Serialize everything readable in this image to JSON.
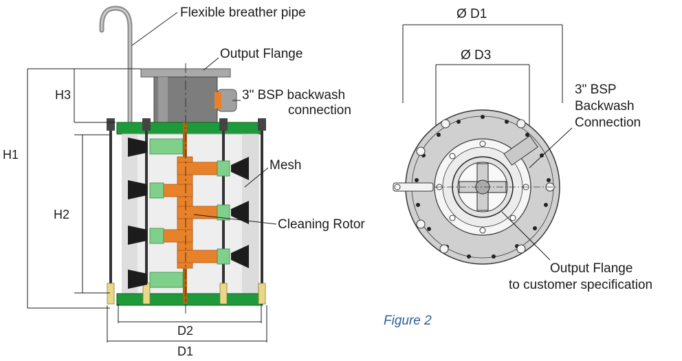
{
  "left_view": {
    "labels": {
      "breather": "Flexible breather pipe",
      "output_flange": "Output Flange",
      "backwash_line1": "3\" BSP backwash",
      "backwash_line2": "connection",
      "mesh": "Mesh",
      "rotor": "Cleaning Rotor"
    },
    "dimensions": {
      "h1": "H1",
      "h2": "H2",
      "h3": "H3",
      "d1": "D1",
      "d2": "D2"
    }
  },
  "right_view": {
    "labels": {
      "d1": "Ø D1",
      "d3": "Ø D3",
      "backwash_line1": "3\" BSP",
      "backwash_line2": "Backwash",
      "backwash_line3": "Connection",
      "flange_line1": "Output Flange",
      "flange_line2": "to customer specification"
    }
  },
  "caption": "Figure 2",
  "colors": {
    "flange_green": "#1f9a3a",
    "rotor_orange": "#e8822a",
    "nozzle_green": "#7fd08a",
    "nozzle_black": "#1c1c1c",
    "body_grey": "#d0d0d0",
    "caption_blue": "#2f5d97"
  }
}
